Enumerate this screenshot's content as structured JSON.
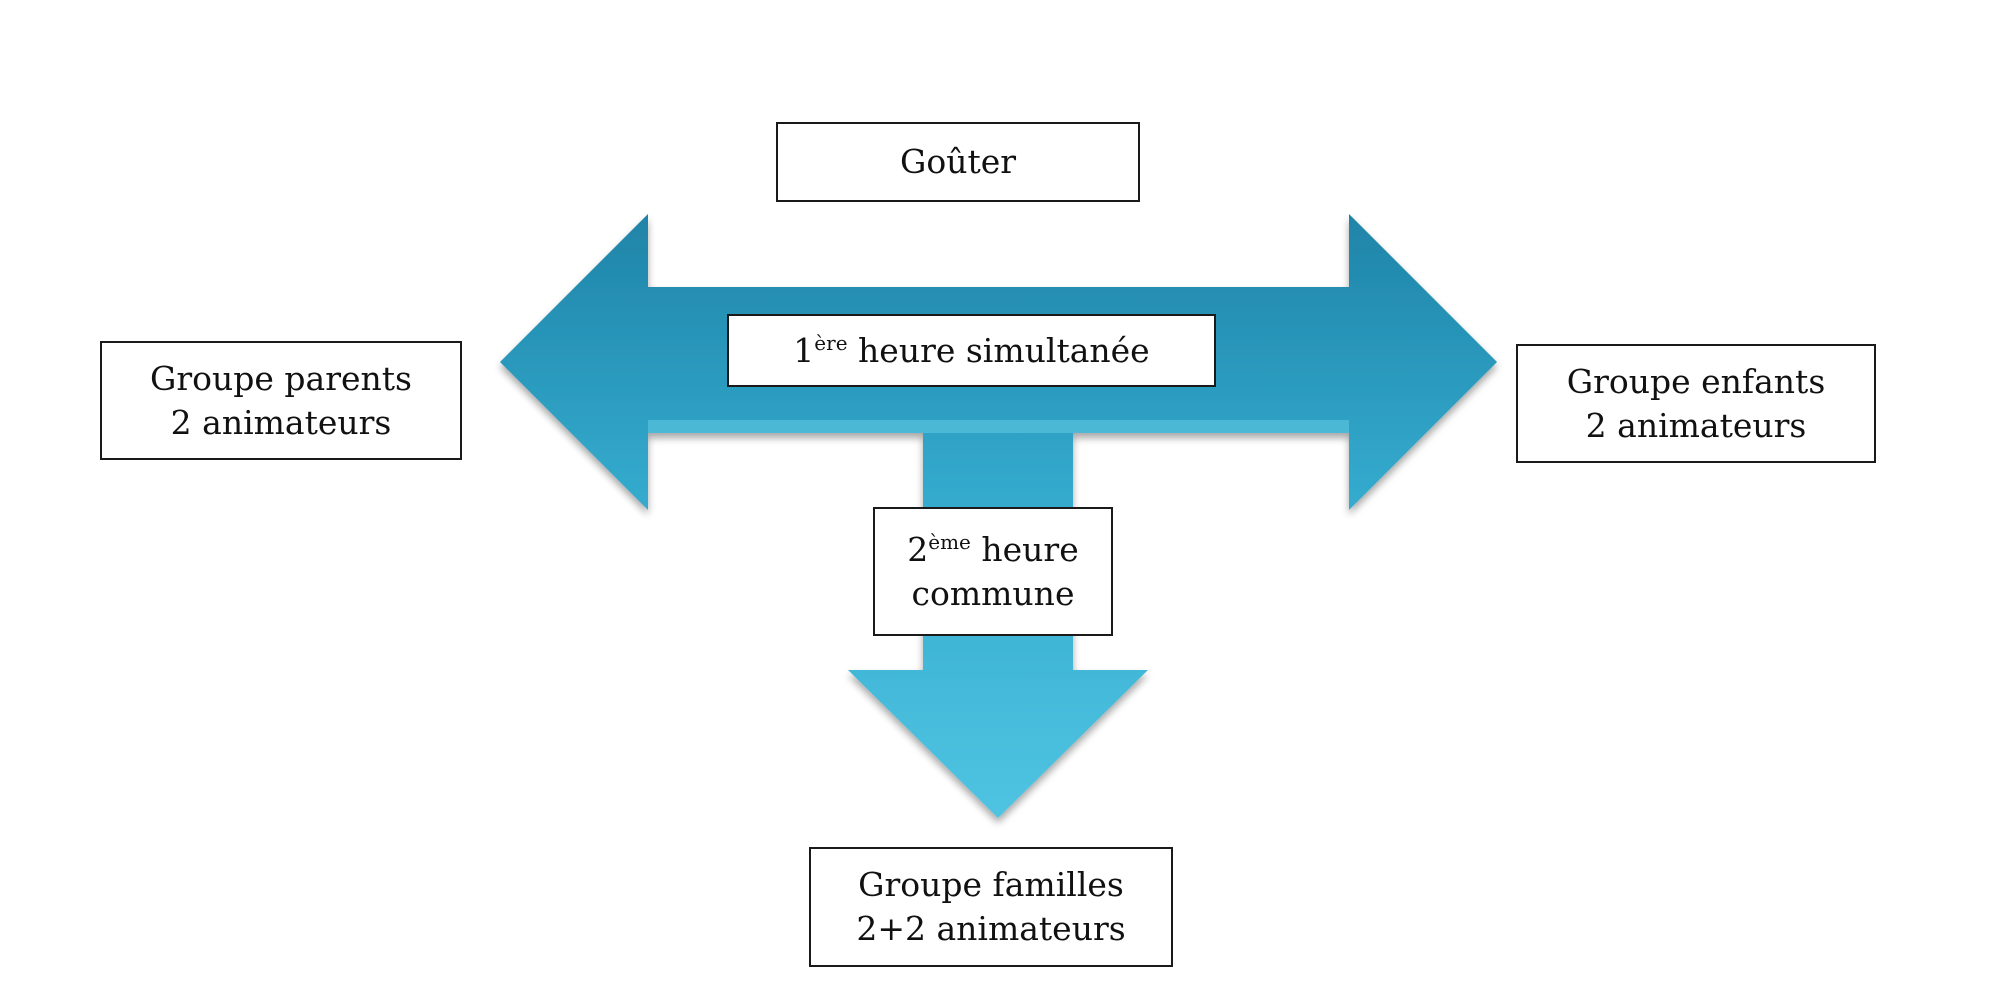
{
  "colors": {
    "arrow_light": "#4fc4e2",
    "arrow_mid": "#33a9cc",
    "arrow_dark": "#1f84a8",
    "box_border": "#1a1a1a",
    "text": "#111111"
  },
  "nodes": {
    "gouter": "Goûter",
    "premiere_heure": {
      "num": "1",
      "sup": "ère",
      "text": "heure simultanée"
    },
    "parents": {
      "line1": "Groupe parents",
      "line2": "2 animateurs"
    },
    "enfants": {
      "line1": "Groupe enfants",
      "line2": "2 animateurs"
    },
    "deuxieme_heure": {
      "num": "2",
      "sup": "ème",
      "text": "heure",
      "line2": "commune"
    },
    "familles": {
      "line1": "Groupe familles",
      "line2": "2+2 animateurs"
    }
  }
}
